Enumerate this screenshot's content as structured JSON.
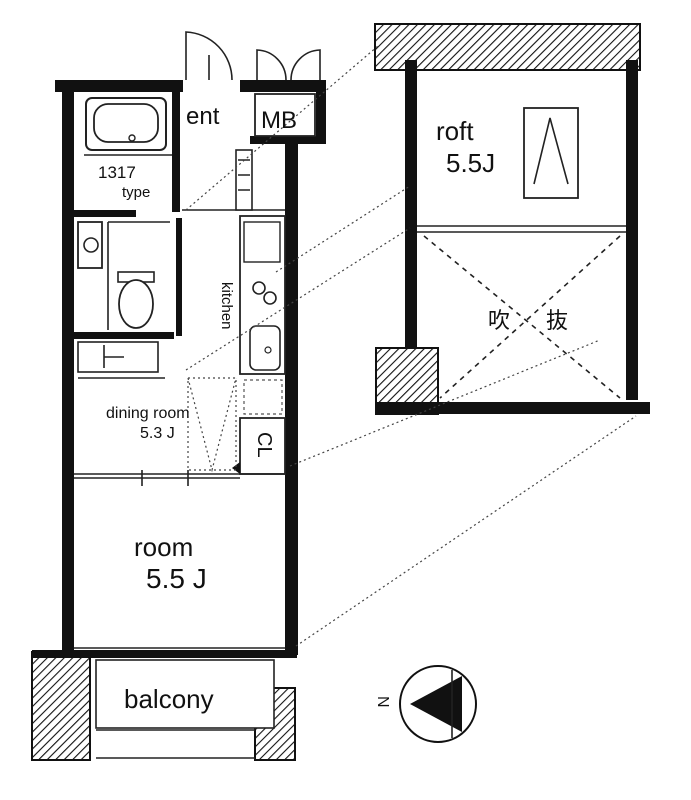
{
  "labels": {
    "entrance": "ent",
    "meter_box": "MB",
    "bath_size": "1317",
    "bath_type": "type",
    "kitchen": "kitchen",
    "dining": "dining room",
    "dining_size": "5.3 J",
    "closet": "CL",
    "room": "room",
    "room_size": "5.5 J",
    "balcony": "balcony",
    "loft": "roft",
    "loft_size": "5.5J",
    "atrium_1": "吹",
    "atrium_2": "抜",
    "north": "N"
  }
}
